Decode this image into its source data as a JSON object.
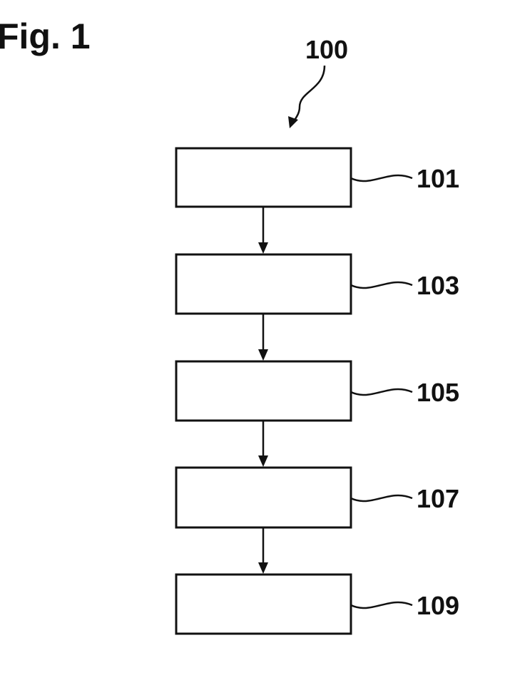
{
  "figure": {
    "title": "Fig. 1",
    "method_ref": "100",
    "steps": [
      {
        "ref": "101"
      },
      {
        "ref": "103"
      },
      {
        "ref": "105"
      },
      {
        "ref": "107"
      },
      {
        "ref": "109"
      }
    ]
  },
  "colors": {
    "ink": "#111111",
    "background": "#ffffff"
  }
}
